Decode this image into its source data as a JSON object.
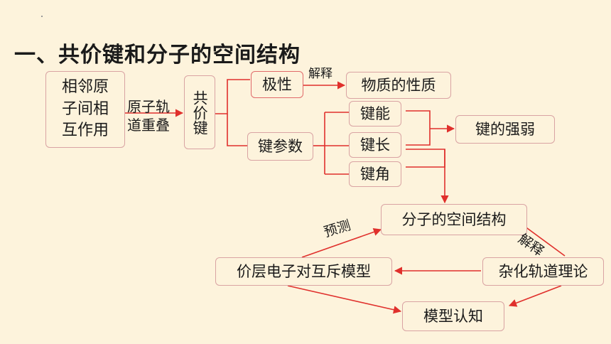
{
  "title": "一、共价键和分子的空间结构",
  "nodes": {
    "interaction": "相邻原子间相互作用",
    "covalent_bond": "共价键",
    "polarity": "极性",
    "substance_properties": "物质的性质",
    "bond_params": "键参数",
    "bond_energy": "键能",
    "bond_length": "键长",
    "bond_angle": "键角",
    "bond_strength": "键的强弱",
    "molecular_structure": "分子的空间结构",
    "vsepr": "价层电子对互斥模型",
    "hybrid_orbital": "杂化轨道理论",
    "model_cognition": "模型认知"
  },
  "edge_labels": {
    "overlap": "原子轨道重叠",
    "explain_top": "解释",
    "predict": "预测",
    "explain_right": "解释"
  },
  "colors": {
    "arrow": "#e0302c",
    "box_border": "#d9a3a3",
    "background": "#fdf3dc"
  }
}
